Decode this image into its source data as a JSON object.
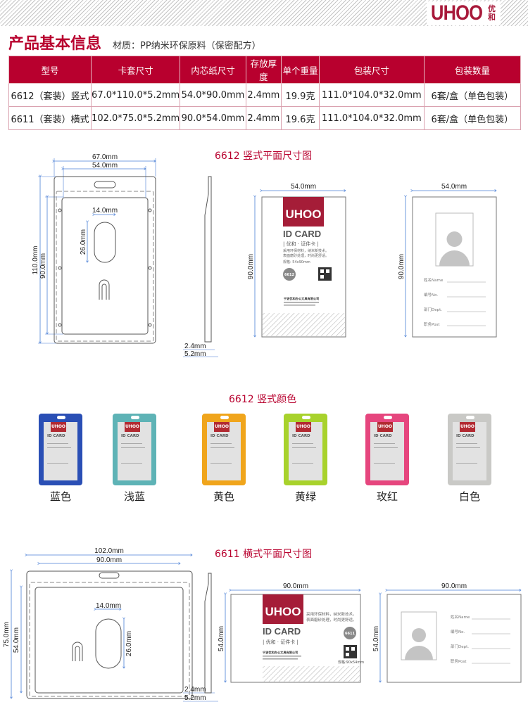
{
  "brand": {
    "logo": "UHOO",
    "logo_cn": "优和"
  },
  "header": {
    "title": "产品基本信息",
    "material": "材质：PP纳米环保原料（保密配方）"
  },
  "table": {
    "headers": [
      "型号",
      "卡套尺寸",
      "内芯纸尺寸",
      "存放厚度",
      "单个重量",
      "包装尺寸",
      "包装数量"
    ],
    "rows": [
      [
        "6612（套装）竖式",
        "67.0*110.0*5.2mm",
        "54.0*90.0mm",
        "2.4mm",
        "19.9克",
        "111.0*104.0*32.0mm",
        "6套/盒（单色包装）"
      ],
      [
        "6611（套装）横式",
        "102.0*75.0*5.2mm",
        "90.0*54.0mm",
        "2.4mm",
        "19.6克",
        "111.0*104.0*32.0mm",
        "6套/盒（单色包装）"
      ]
    ]
  },
  "section_vertical": {
    "title": "6612 竖式平面尺寸图",
    "dims": {
      "outer_w": "67.0mm",
      "inner_w": "54.0mm",
      "outer_h": "110.0mm",
      "inner_h": "90.0mm",
      "hole_w": "14.0mm",
      "hole_h": "26.0mm",
      "thick_in": "2.4mm",
      "thick_out": "5.2mm",
      "card_w": "54.0mm",
      "card_h": "90.0mm"
    },
    "card_front": {
      "logo": "UHOO",
      "id": "ID CARD",
      "sub": "| 优和 · 证件卡 |",
      "line1": "采用环保材料，纳米新技术。",
      "line2": "表面磨砂处理，时尚更舒适。",
      "spec": "规格: 54x90mm",
      "model": "6612",
      "company": "宁波优和办公文具有限公司"
    },
    "card_back": {
      "fields": [
        "姓名Name",
        "编号No.",
        "部门Dept.",
        "职务Post"
      ]
    }
  },
  "section_colors": {
    "title": "6612 竖式颜色",
    "items": [
      {
        "label": "蓝色",
        "color": "#2a4fb5"
      },
      {
        "label": "浅蓝",
        "color": "#5eb3b6"
      },
      {
        "label": "黄色",
        "color": "#f0a51c"
      },
      {
        "label": "黄绿",
        "color": "#a8d22c"
      },
      {
        "label": "玫红",
        "color": "#e6467e"
      },
      {
        "label": "白色",
        "color": "#c9c9c6"
      }
    ]
  },
  "section_horizontal": {
    "title": "6611 横式平面尺寸图",
    "dims": {
      "outer_w": "102.0mm",
      "inner_w": "90.0mm",
      "outer_h": "75.0mm",
      "inner_h": "54.0mm",
      "hole_w": "14.0mm",
      "hole_h": "26.0mm",
      "thick_in": "2.4mm",
      "thick_out": "5.2mm",
      "card_w": "90.0mm",
      "card_h": "54.0mm"
    },
    "card_front": {
      "logo": "UHOO",
      "id": "ID CARD",
      "sub": "| 优和 · 证件卡 |",
      "line1": "采用环保材料，纳米新技术。",
      "line2": "表面磨砂处理，时尚更舒适。",
      "spec": "规格:90x54mm",
      "model": "6611",
      "company": "宁波优和办公文具有限公司"
    },
    "card_back": {
      "fields": [
        "姓名Name",
        "编号No.",
        "部门Dept.",
        "职务Post"
      ]
    }
  }
}
